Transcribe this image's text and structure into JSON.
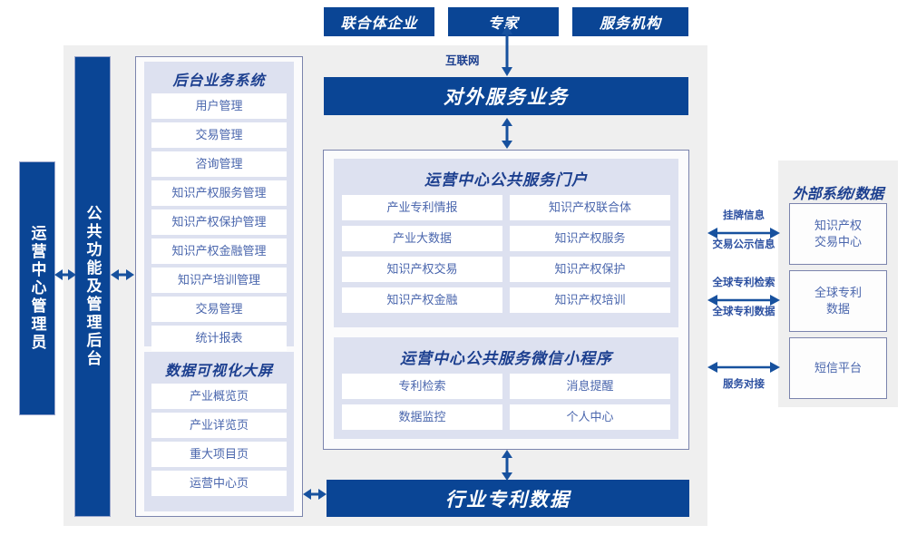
{
  "colors": {
    "brand_blue": "#0a4595",
    "panel_grey": "#efefef",
    "group_lavender": "#dde1f0",
    "text_blue": "#4a66ad",
    "title_blue": "#1c3f8f",
    "border_blue": "#7b84ad"
  },
  "top_actors": [
    {
      "label": "联合体企业"
    },
    {
      "label": "专家"
    },
    {
      "label": "服务机构"
    }
  ],
  "network_label": "互联网",
  "external_service_band": "对外服务业务",
  "industry_data_band": "行业专利数据",
  "left_pillars": [
    {
      "label": "运营中心管理员"
    },
    {
      "label": "公共功能及管理后台"
    }
  ],
  "back_office": {
    "title": "后台业务系统",
    "items": [
      {
        "label": "用户管理"
      },
      {
        "label": "交易管理"
      },
      {
        "label": "咨询管理"
      },
      {
        "label": "知识产权服务管理"
      },
      {
        "label": "知识产权保护管理"
      },
      {
        "label": "知识产权金融管理"
      },
      {
        "label": "知识产培训管理"
      },
      {
        "label": "交易管理"
      },
      {
        "label": "统计报表"
      }
    ]
  },
  "data_screen": {
    "title": "数据可视化大屏",
    "items": [
      {
        "label": "产业概览页"
      },
      {
        "label": "产业详览页"
      },
      {
        "label": "重大项目页"
      },
      {
        "label": "运营中心页"
      }
    ]
  },
  "portal": {
    "title": "运营中心公共服务门户",
    "items": [
      {
        "label": "产业专利情报"
      },
      {
        "label": "知识产权联合体"
      },
      {
        "label": "产业大数据"
      },
      {
        "label": "知识产权服务"
      },
      {
        "label": "知识产权交易"
      },
      {
        "label": "知识产权保护"
      },
      {
        "label": "知识产权金融"
      },
      {
        "label": "知识产权培训"
      }
    ]
  },
  "miniprogram": {
    "title": "运营中心公共服务微信小程序",
    "items": [
      {
        "label": "专利检索"
      },
      {
        "label": "消息提醒"
      },
      {
        "label": "数据监控"
      },
      {
        "label": "个人中心"
      }
    ]
  },
  "external": {
    "title": "外部系统/数据",
    "boxes": [
      {
        "label": "知识产权\n交易中心"
      },
      {
        "label": "全球专利\n数据"
      },
      {
        "label": "短信平台"
      }
    ],
    "connections": [
      {
        "above": "挂牌信息",
        "below": "交易公示信息"
      },
      {
        "above": "全球专利检索",
        "below": "全球专利数据"
      },
      {
        "above": "",
        "below": "服务对接"
      }
    ]
  }
}
